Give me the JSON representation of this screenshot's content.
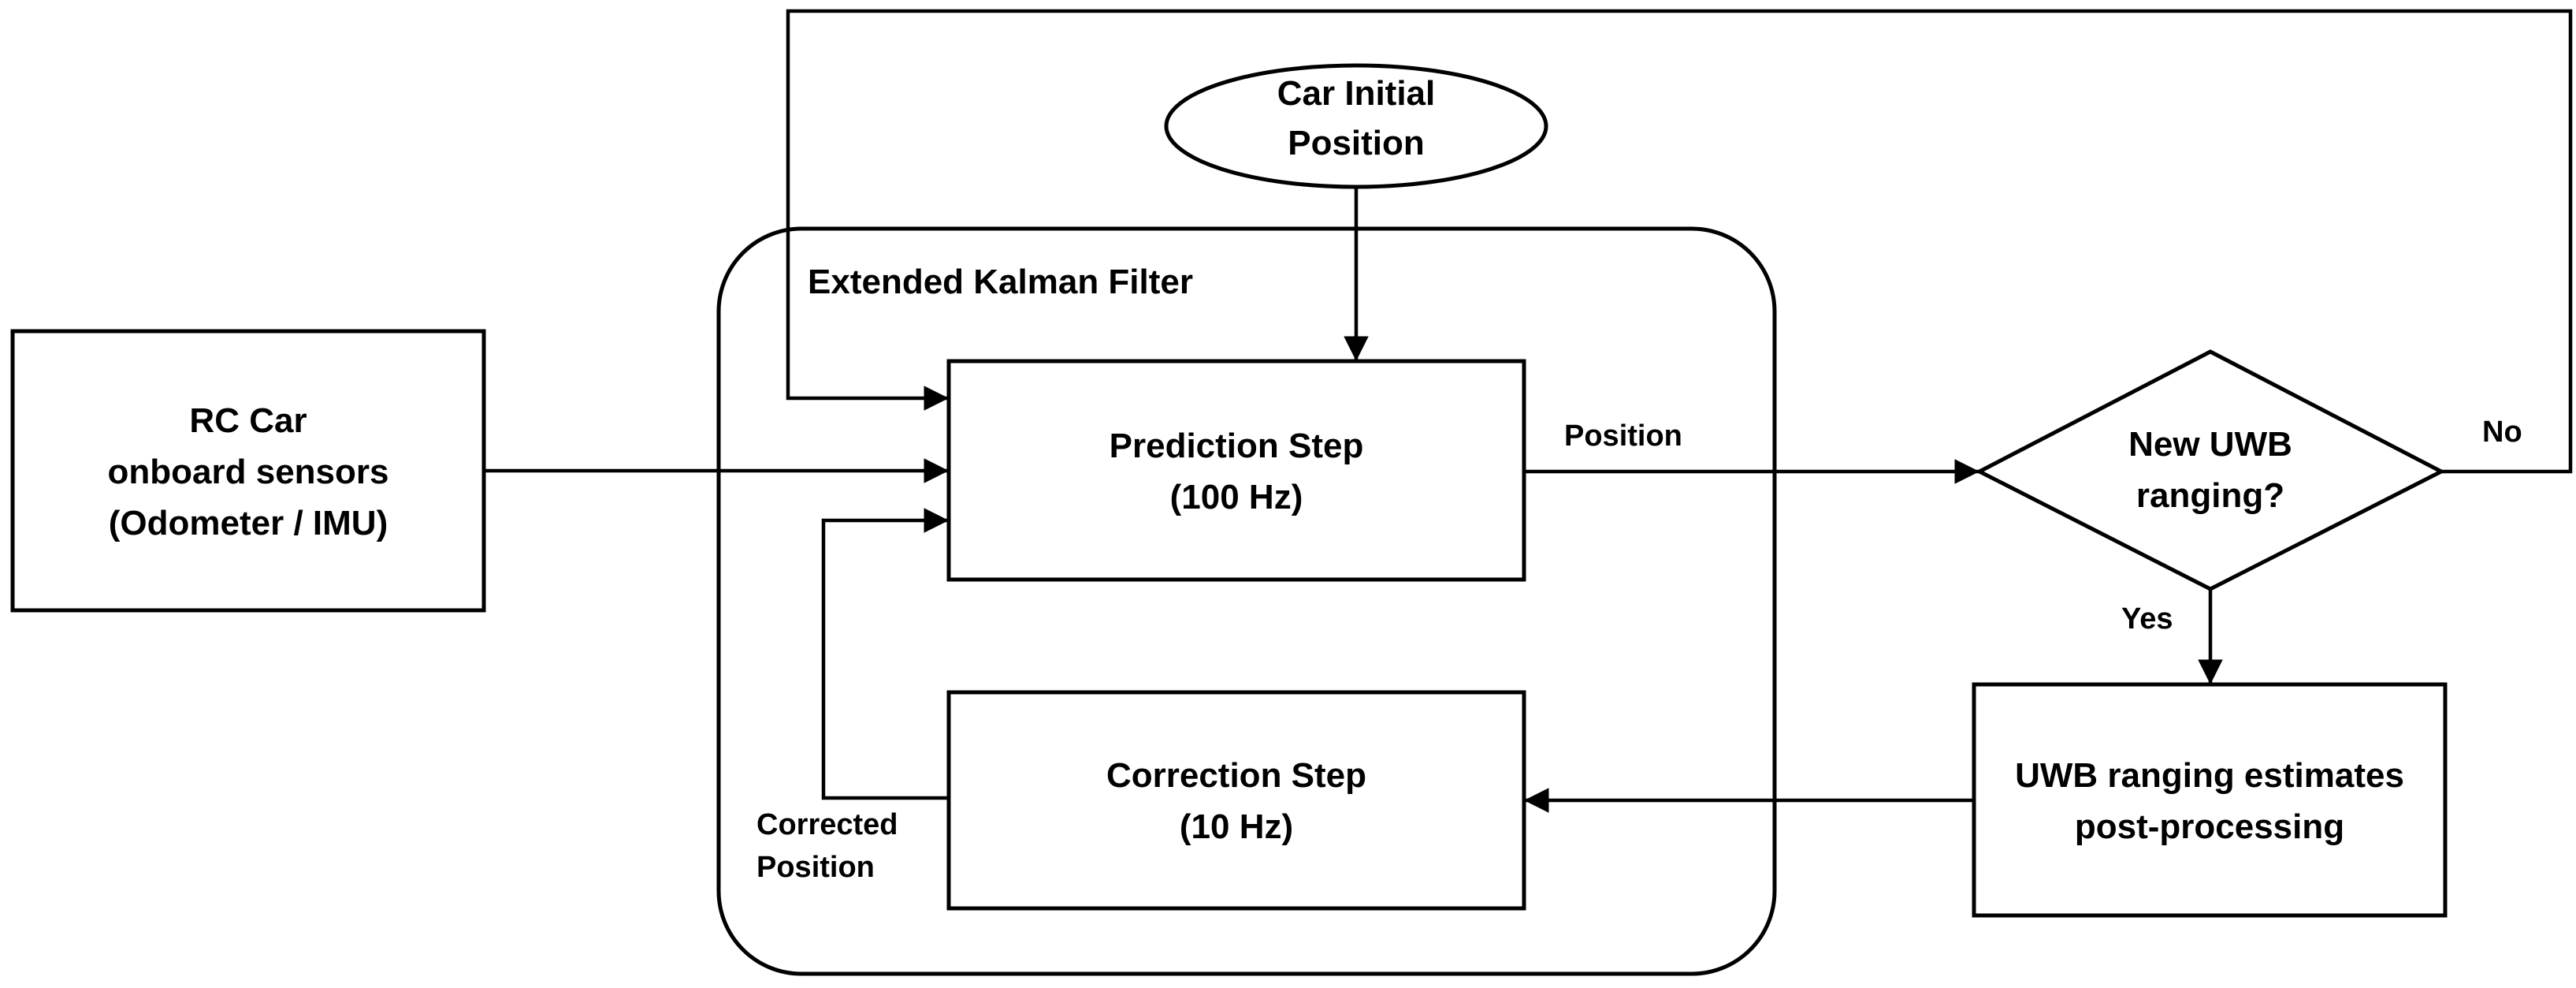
{
  "container": {
    "label": "Extended Kalman Filter"
  },
  "nodes": {
    "initial_position": {
      "lines": [
        "Car Initial",
        "Position"
      ]
    },
    "sensors": {
      "lines": [
        "RC Car",
        "onboard sensors",
        "(Odometer / IMU)"
      ]
    },
    "prediction": {
      "lines": [
        "Prediction Step",
        "(100 Hz)"
      ]
    },
    "correction": {
      "lines": [
        "Correction Step",
        "(10 Hz)"
      ]
    },
    "decision": {
      "lines": [
        "New UWB",
        "ranging?"
      ]
    },
    "uwb_processing": {
      "lines": [
        "UWB ranging estimates",
        "post-processing"
      ]
    }
  },
  "edges": {
    "position": "Position",
    "no": "No",
    "yes": "Yes",
    "corrected_position": [
      "Corrected",
      "Position"
    ]
  }
}
